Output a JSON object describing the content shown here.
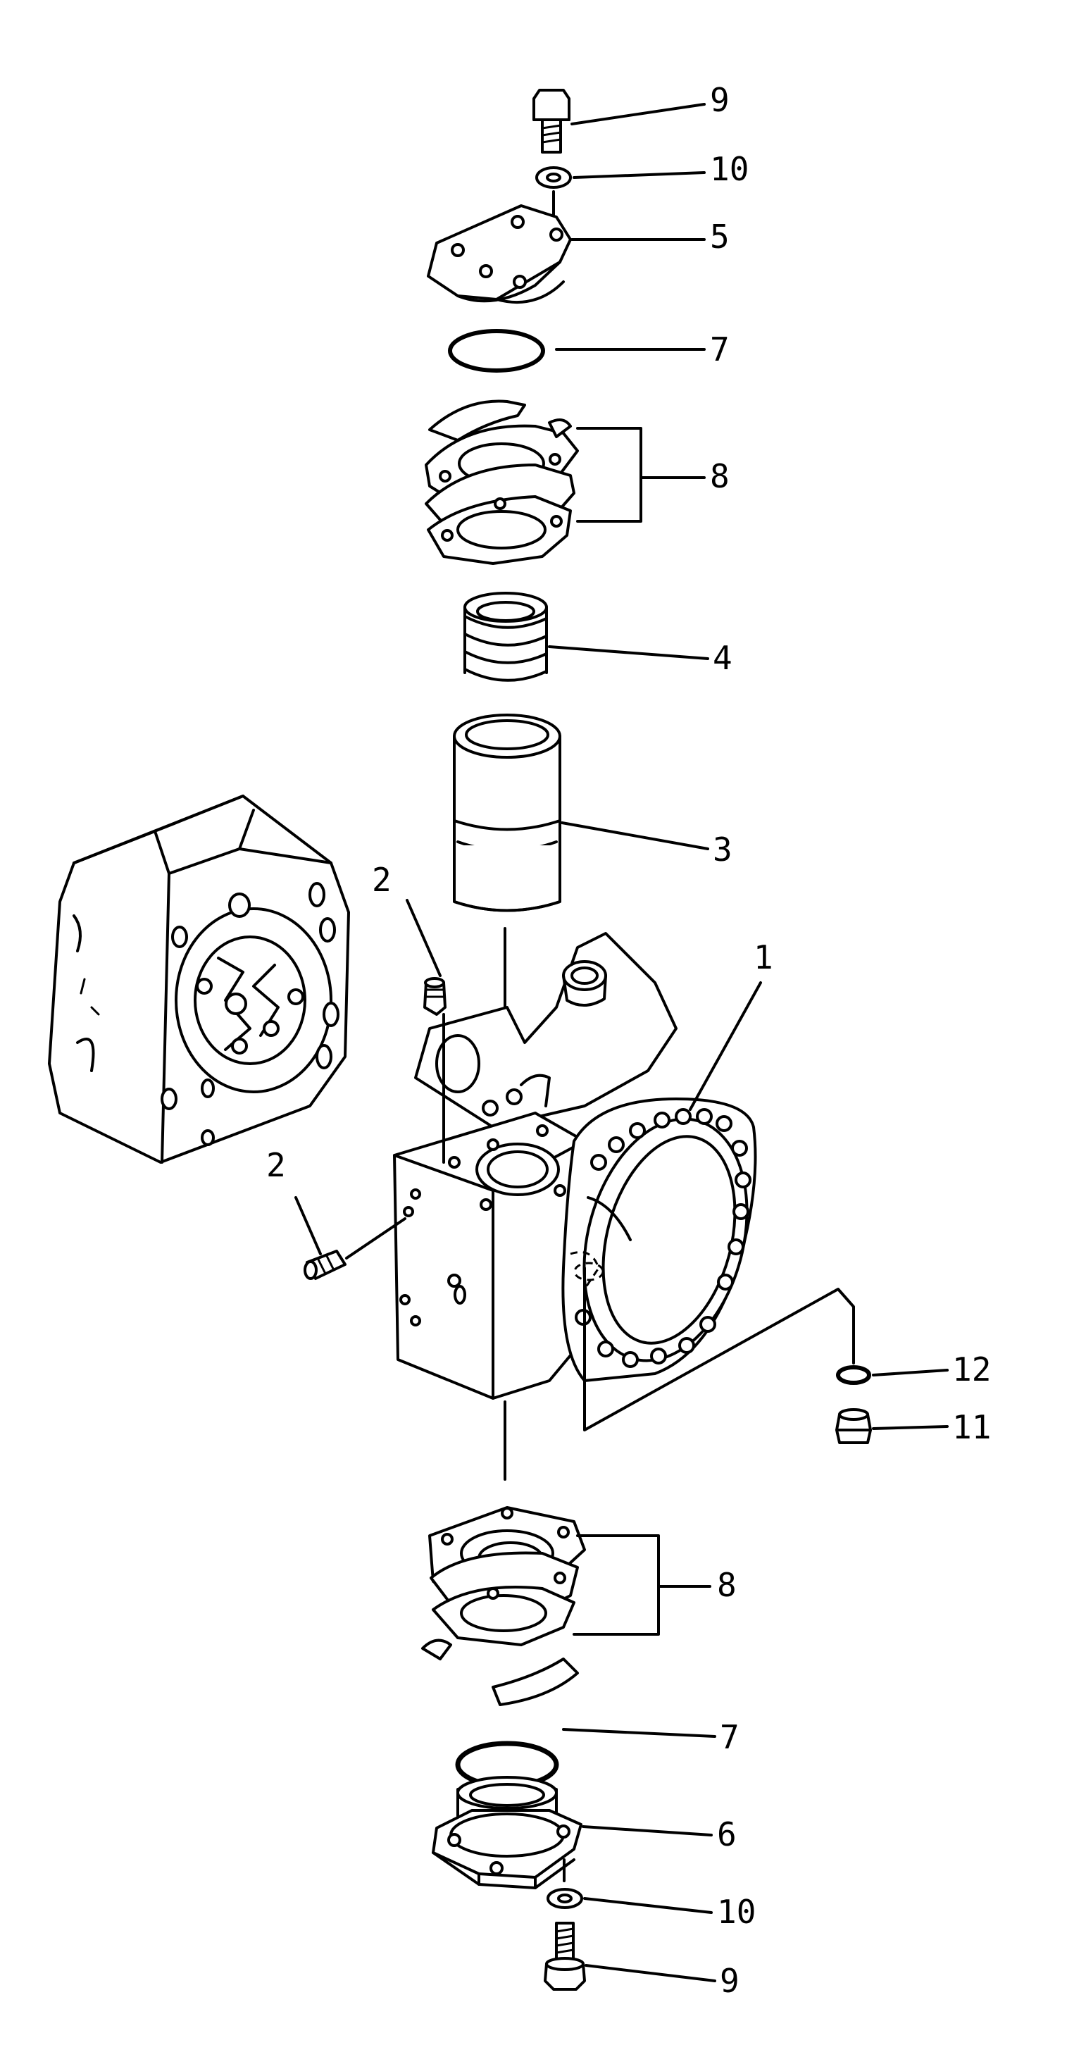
{
  "diagram": {
    "callouts": [
      {
        "id": "c9a",
        "number": "9"
      },
      {
        "id": "c10a",
        "number": "10"
      },
      {
        "id": "c5",
        "number": "5"
      },
      {
        "id": "c7a",
        "number": "7"
      },
      {
        "id": "c8a",
        "number": "8"
      },
      {
        "id": "c4",
        "number": "4"
      },
      {
        "id": "c3",
        "number": "3"
      },
      {
        "id": "c1",
        "number": "1"
      },
      {
        "id": "c2a",
        "number": "2"
      },
      {
        "id": "c2b",
        "number": "2"
      },
      {
        "id": "c12",
        "number": "12"
      },
      {
        "id": "c11",
        "number": "11"
      },
      {
        "id": "c8b",
        "number": "8"
      },
      {
        "id": "c7b",
        "number": "7"
      },
      {
        "id": "c6",
        "number": "6"
      },
      {
        "id": "c10b",
        "number": "10"
      },
      {
        "id": "c9b",
        "number": "9"
      }
    ],
    "colors": {
      "ink": "#000000",
      "paper": "#ffffff"
    }
  }
}
